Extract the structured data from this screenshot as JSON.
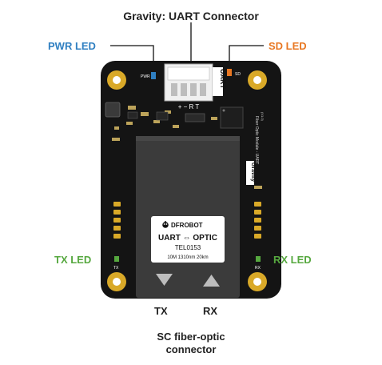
{
  "labels": {
    "title": "Gravity: UART Connector",
    "pwr_led": "PWR LED",
    "sd_led": "SD LED",
    "tx_led": "TX LED",
    "rx_led": "RX LED",
    "tx_port": "TX",
    "rx_port": "RX",
    "sc_line1": "SC fiber-optic",
    "sc_line2": "connector"
  },
  "board": {
    "silk_pwr": "PWR",
    "silk_sd": "SD",
    "silk_uart": "UART",
    "pins": "+ − R T",
    "silk_tx": "TX",
    "silk_rx": "RX",
    "side_text": "Fiber Optic Module - UART",
    "gravity_badge": "Gravity",
    "version": "(V1.0)"
  },
  "sticker": {
    "brand": "DFROBOT",
    "title": "UART ⇔ OPTIC",
    "model": "TEL0153",
    "spec": "10M 1310nm 20km"
  },
  "colors": {
    "pwr": "#2f7fc1",
    "sd": "#e87722",
    "led": "#56a83f",
    "board": "#141414",
    "pad": "#d9a928"
  }
}
